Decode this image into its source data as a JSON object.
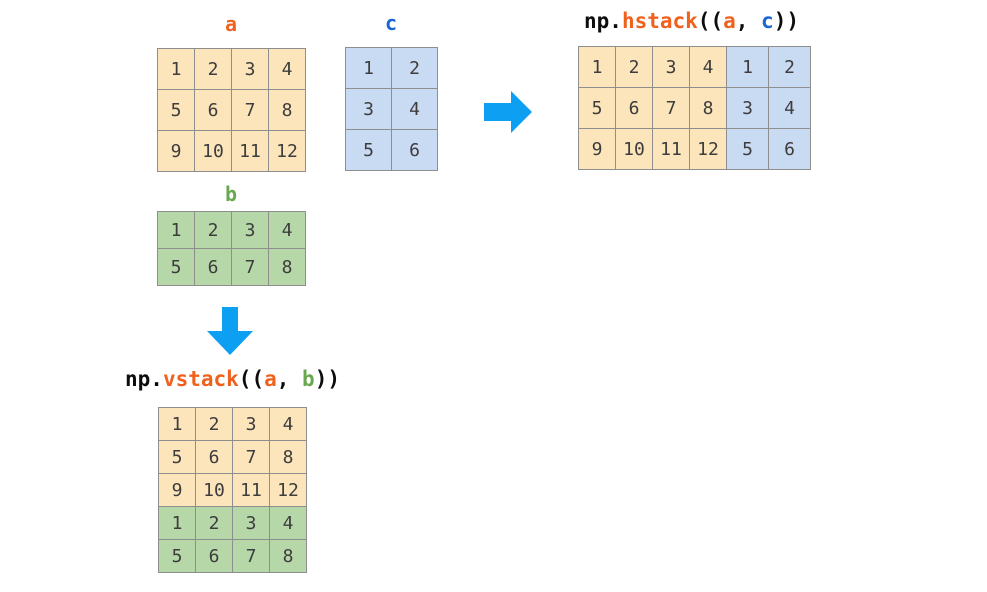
{
  "diagram": {
    "colors": {
      "a_fill": "#FCE4BB",
      "b_fill": "#B6D7A8",
      "c_fill": "#C9DAF3",
      "a_accent": "#F0611E",
      "b_accent": "#6AA84F",
      "c_accent": "#1A66D2",
      "arrow": "#0C9FF2",
      "grid_border": "#8E8E8E",
      "cell_text": "#3D3D3D"
    },
    "matrix_a": {
      "label": "a",
      "fill": "a",
      "rows": [
        [
          "1",
          "2",
          "3",
          "4"
        ],
        [
          "5",
          "6",
          "7",
          "8"
        ],
        [
          "9",
          "10",
          "11",
          "12"
        ]
      ]
    },
    "matrix_c": {
      "label": "c",
      "fill": "c",
      "rows": [
        [
          "1",
          "2"
        ],
        [
          "3",
          "4"
        ],
        [
          "5",
          "6"
        ]
      ]
    },
    "matrix_b": {
      "label": "b",
      "fill": "b",
      "rows": [
        [
          "1",
          "2",
          "3",
          "4"
        ],
        [
          "5",
          "6",
          "7",
          "8"
        ]
      ]
    },
    "hstack": {
      "code": {
        "t1": "np.",
        "t2": "hstack",
        "t3": "((",
        "t4": "a",
        "t5": ", ",
        "t6": "c",
        "t7": "))"
      },
      "result": {
        "rows": [
          [
            "1",
            "2",
            "3",
            "4",
            "1",
            "2"
          ],
          [
            "5",
            "6",
            "7",
            "8",
            "3",
            "4"
          ],
          [
            "9",
            "10",
            "11",
            "12",
            "5",
            "6"
          ]
        ],
        "col_colors": [
          "a",
          "a",
          "a",
          "a",
          "c",
          "c"
        ]
      }
    },
    "vstack": {
      "code": {
        "t1": "np.",
        "t2": "vstack",
        "t3": "((",
        "t4": "a",
        "t5": ", ",
        "t6": "b",
        "t7": "))"
      },
      "result": {
        "rows": [
          [
            "1",
            "2",
            "3",
            "4"
          ],
          [
            "5",
            "6",
            "7",
            "8"
          ],
          [
            "9",
            "10",
            "11",
            "12"
          ],
          [
            "1",
            "2",
            "3",
            "4"
          ],
          [
            "5",
            "6",
            "7",
            "8"
          ]
        ],
        "row_colors": [
          "a",
          "a",
          "a",
          "b",
          "b"
        ]
      }
    }
  }
}
